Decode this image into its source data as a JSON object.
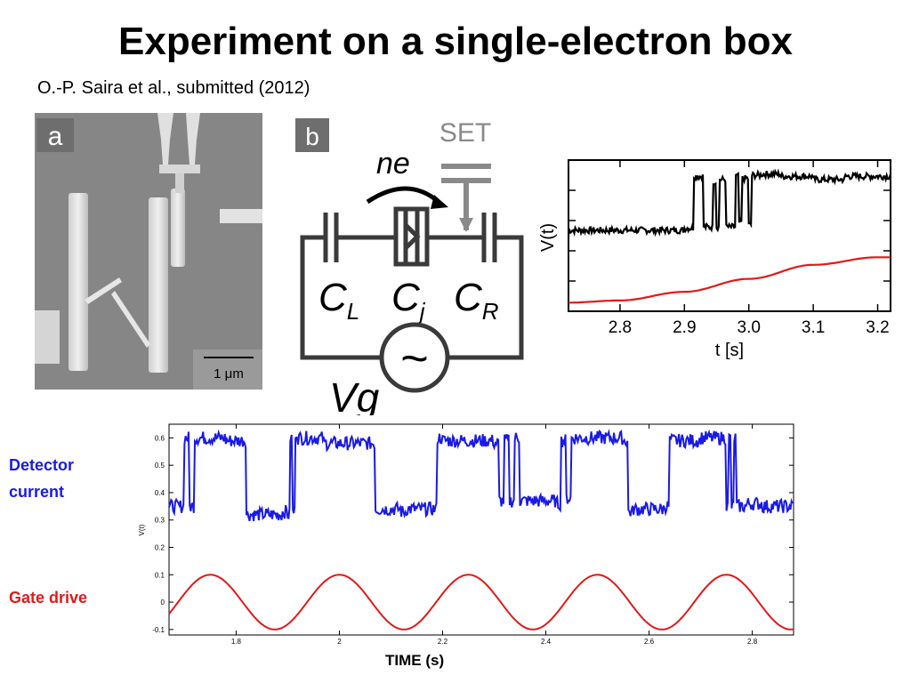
{
  "slide": {
    "title": "Experiment on a single-electron box",
    "citation": "O.-P. Saira et al., submitted (2012)"
  },
  "panel_a": {
    "letter": "a",
    "scale_bar": "1 μm"
  },
  "panel_b": {
    "letter": "b",
    "set_label": "SET",
    "electron_label": "ne",
    "cap_left": "C",
    "cap_left_sub": "L",
    "junction": "C",
    "junction_sub": "j",
    "cap_right": "C",
    "cap_right_sub": "R",
    "source_symbol": "~",
    "source_label": "Vg"
  },
  "labels": {
    "detector_line1": "Detector",
    "detector_line2": "current",
    "gate": "Gate drive",
    "time_axis": "TIME (s)"
  },
  "colors": {
    "detector": "#1a1ae6",
    "gate": "#e01a1a",
    "black_trace": "#000000"
  },
  "chart_data": [
    {
      "type": "line",
      "xlabel": "t [s]",
      "ylabel": "V(t)",
      "xlim": [
        2.72,
        3.22
      ],
      "xticks": [
        "2.8",
        "2.9",
        "3.0",
        "3.1",
        "3.2"
      ],
      "grid": false,
      "series": [
        {
          "color": "#000000",
          "x": [
            2.72,
            2.9,
            2.915,
            2.93,
            2.945,
            2.95,
            2.955,
            2.965,
            2.98,
            2.985,
            2.99,
            3.0,
            3.005,
            3.02,
            3.05,
            3.1,
            3.15,
            3.22
          ],
          "y": [
            0.35,
            0.37,
            0.85,
            0.38,
            0.8,
            0.38,
            0.82,
            0.38,
            0.85,
            0.42,
            0.83,
            0.4,
            0.86,
            0.87,
            0.85,
            0.82,
            0.85,
            0.87
          ]
        },
        {
          "color": "#e01a1a",
          "x": [
            2.72,
            2.8,
            2.9,
            3.0,
            3.1,
            3.2,
            3.22
          ],
          "y": [
            -0.32,
            -0.3,
            -0.22,
            -0.1,
            0.03,
            0.1,
            0.1
          ]
        }
      ]
    },
    {
      "type": "line",
      "xlabel": "",
      "ylabel": "V(t)",
      "xlim": [
        1.67,
        2.88
      ],
      "ylim": [
        -0.12,
        0.65
      ],
      "xticks": [
        "1.8",
        "2",
        "2.2",
        "2.4",
        "2.6",
        "2.8"
      ],
      "yticks": [
        "-0.1",
        "0",
        "0.1",
        "0.2",
        "0.3",
        "0.4",
        "0.5",
        "0.6"
      ],
      "grid": false,
      "series": [
        {
          "color": "#1a1ae6",
          "x": [
            1.67,
            1.69,
            1.7,
            1.71,
            1.72,
            1.78,
            1.815,
            1.82,
            1.89,
            1.9,
            1.905,
            1.91,
            1.915,
            1.92,
            1.97,
            2.03,
            2.06,
            2.07,
            2.12,
            2.13,
            2.19,
            2.2,
            2.21,
            2.3,
            2.31,
            2.32,
            2.33,
            2.34,
            2.35,
            2.42,
            2.43,
            2.44,
            2.45,
            2.5,
            2.55,
            2.56,
            2.57,
            2.63,
            2.64,
            2.7,
            2.74,
            2.75,
            2.755,
            2.76,
            2.765,
            2.77,
            2.79,
            2.82,
            2.88
          ],
          "y": [
            0.35,
            0.35,
            0.6,
            0.35,
            0.6,
            0.59,
            0.59,
            0.32,
            0.33,
            0.32,
            0.6,
            0.33,
            0.62,
            0.6,
            0.58,
            0.58,
            0.58,
            0.34,
            0.33,
            0.34,
            0.6,
            0.59,
            0.59,
            0.58,
            0.37,
            0.59,
            0.37,
            0.6,
            0.37,
            0.36,
            0.59,
            0.38,
            0.6,
            0.6,
            0.59,
            0.33,
            0.34,
            0.35,
            0.59,
            0.6,
            0.6,
            0.35,
            0.6,
            0.35,
            0.6,
            0.35,
            0.36,
            0.35,
            0.36
          ]
        },
        {
          "color": "#e01a1a",
          "amplitude": 0.1,
          "period": 0.25,
          "peak_at": 1.75
        }
      ]
    }
  ]
}
